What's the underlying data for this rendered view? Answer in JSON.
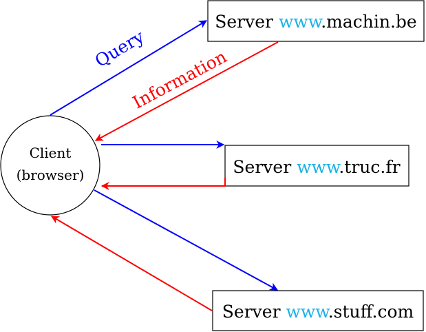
{
  "client": {
    "line1": "Client",
    "line2": "(browser)"
  },
  "servers": [
    {
      "prefix": "Server ",
      "www": "www",
      "domain": ".machin.be"
    },
    {
      "prefix": "Server ",
      "www": "www",
      "domain": ".truc.fr"
    },
    {
      "prefix": "Server ",
      "www": "www",
      "domain": ".stuff.com"
    }
  ],
  "edge_labels": {
    "query": "Query",
    "information": "Information"
  },
  "colors": {
    "query": "#0000ff",
    "information": "#ff0000",
    "www": "#1ab2e6",
    "text": "#000000",
    "border": "#000000"
  }
}
